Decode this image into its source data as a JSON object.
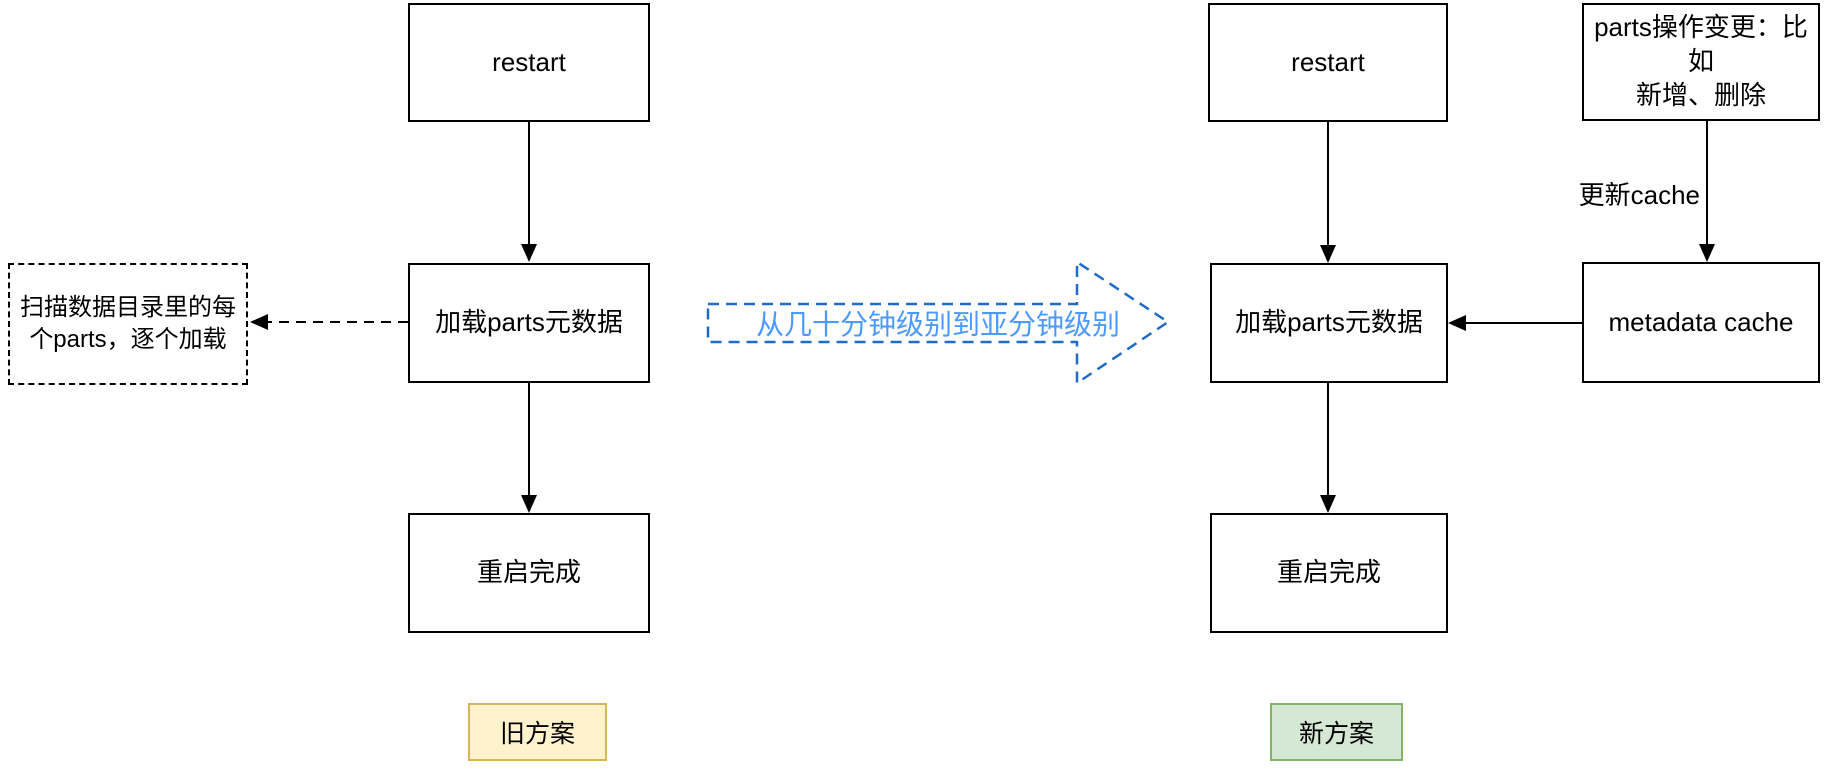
{
  "colors": {
    "old_badge_bg": "#fff2cc",
    "old_badge_border": "#d6b656",
    "new_badge_bg": "#d5e8d4",
    "new_badge_border": "#82b366",
    "highlight_arrow_border": "#1e6bc8",
    "highlight_arrow_text": "#4d9aff"
  },
  "old_flow": {
    "restart": "restart",
    "load": "加载parts元数据",
    "scan_note": "扫描数据目录里的每个parts，逐个加载",
    "scan_note_lines": [
      "扫描数据目录里的每",
      "个parts，逐个加载"
    ],
    "done": "重启完成",
    "badge": "旧方案"
  },
  "new_flow": {
    "restart": "restart",
    "load": "加载parts元数据",
    "done": "重启完成",
    "parts_change": "parts操作变更：比如新增、删除",
    "parts_change_lines": [
      "parts操作变更：比如",
      "新增、删除"
    ],
    "update_cache_label": "更新cache",
    "metadata_cache": "metadata cache",
    "badge": "新方案"
  },
  "highlight_arrow": {
    "label": "从几十分钟级别到亚分钟级别"
  }
}
